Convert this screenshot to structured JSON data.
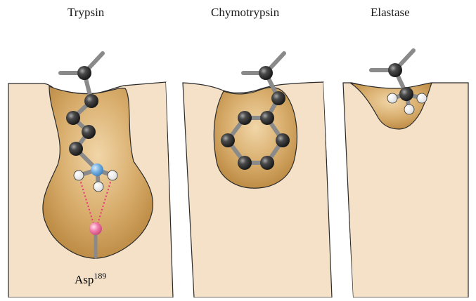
{
  "panels": [
    {
      "title": "Trypsin"
    },
    {
      "title": "Chymotrypsin"
    },
    {
      "title": "Elastase"
    }
  ],
  "residue": {
    "name": "Asp",
    "number": "189"
  },
  "colors": {
    "background": "#f4e1c8",
    "pocket_light": "#e6c48e",
    "pocket_dark": "#b9873f",
    "carbon_atom": "#3a3a3a",
    "hydrogen_atom": "#ffffff",
    "nitrogen_atom": "#6aa8de",
    "aspartate_atom": "#f07aa8",
    "salt_bridge": "#e8337a",
    "bond": "#8a8a8a"
  },
  "icons": [
    "carbon-atom-icon",
    "hydrogen-atom-icon",
    "ammonium-nitrogen-icon",
    "aspartate-carboxylate-icon"
  ]
}
